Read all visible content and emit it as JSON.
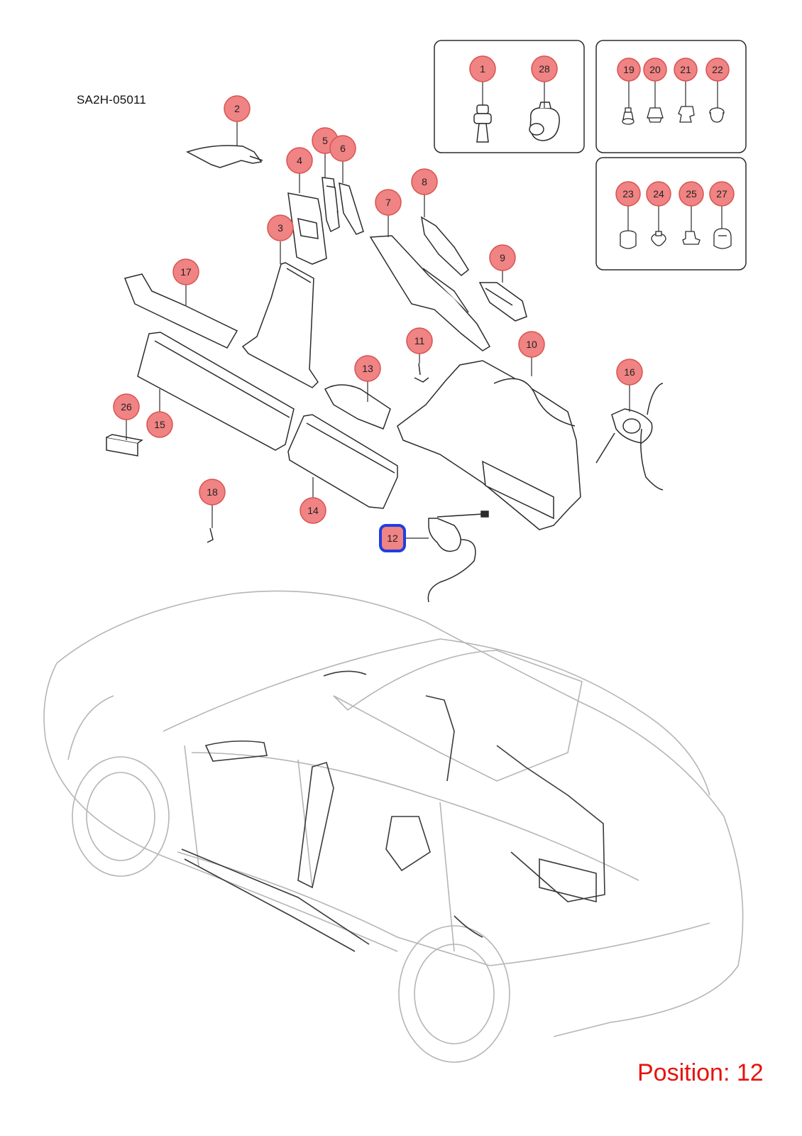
{
  "diagram_code": "SA2H-05011",
  "position_label": "Position: 12",
  "selected_part": "12",
  "colors": {
    "callout_fill": "#f08383",
    "callout_stroke": "#d9534f",
    "selected_stroke": "#1f3fe0",
    "position_text": "#e8120c",
    "line_art": "#2b2b2b",
    "car_outline": "#b5b5b5"
  },
  "callouts": [
    {
      "id": "1",
      "label": "1"
    },
    {
      "id": "2",
      "label": "2"
    },
    {
      "id": "3",
      "label": "3"
    },
    {
      "id": "4",
      "label": "4"
    },
    {
      "id": "5",
      "label": "5"
    },
    {
      "id": "6",
      "label": "6"
    },
    {
      "id": "7",
      "label": "7"
    },
    {
      "id": "8",
      "label": "8"
    },
    {
      "id": "9",
      "label": "9"
    },
    {
      "id": "10",
      "label": "10"
    },
    {
      "id": "11",
      "label": "11"
    },
    {
      "id": "12",
      "label": "12"
    },
    {
      "id": "13",
      "label": "13"
    },
    {
      "id": "14",
      "label": "14"
    },
    {
      "id": "15",
      "label": "15"
    },
    {
      "id": "16",
      "label": "16"
    },
    {
      "id": "17",
      "label": "17"
    },
    {
      "id": "18",
      "label": "18"
    },
    {
      "id": "19",
      "label": "19"
    },
    {
      "id": "20",
      "label": "20"
    },
    {
      "id": "21",
      "label": "21"
    },
    {
      "id": "22",
      "label": "22"
    },
    {
      "id": "23",
      "label": "23"
    },
    {
      "id": "24",
      "label": "24"
    },
    {
      "id": "25",
      "label": "25"
    },
    {
      "id": "26",
      "label": "26"
    },
    {
      "id": "27",
      "label": "27"
    },
    {
      "id": "28",
      "label": "28"
    }
  ]
}
